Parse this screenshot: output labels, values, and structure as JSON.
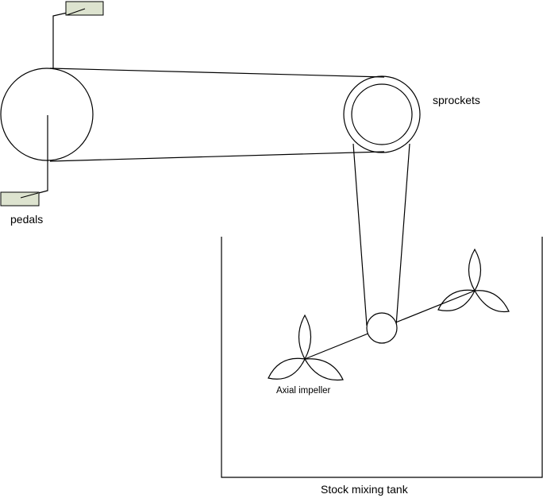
{
  "labels": {
    "pedals": "pedals",
    "sprockets": "sprockets",
    "impeller": "Axial impeller",
    "tank": "Stock mixing tank"
  },
  "colors": {
    "line": "#000000",
    "pedal_fill": "#dde3cf",
    "background": "#ffffff"
  }
}
